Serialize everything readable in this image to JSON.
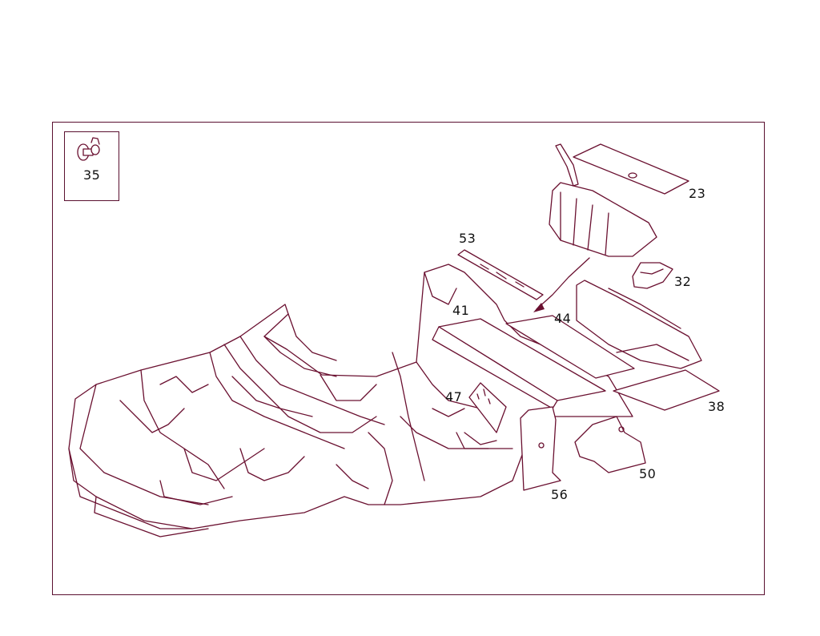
{
  "callouts": {
    "c35": "35",
    "c23": "23",
    "c53": "53",
    "c32": "32",
    "c41": "41",
    "c44": "44",
    "c47": "47",
    "c38": "38",
    "c50": "50",
    "c56": "56"
  },
  "colors": {
    "line": "#6a1030",
    "frame": "#5a1030",
    "background": "#ffffff"
  }
}
